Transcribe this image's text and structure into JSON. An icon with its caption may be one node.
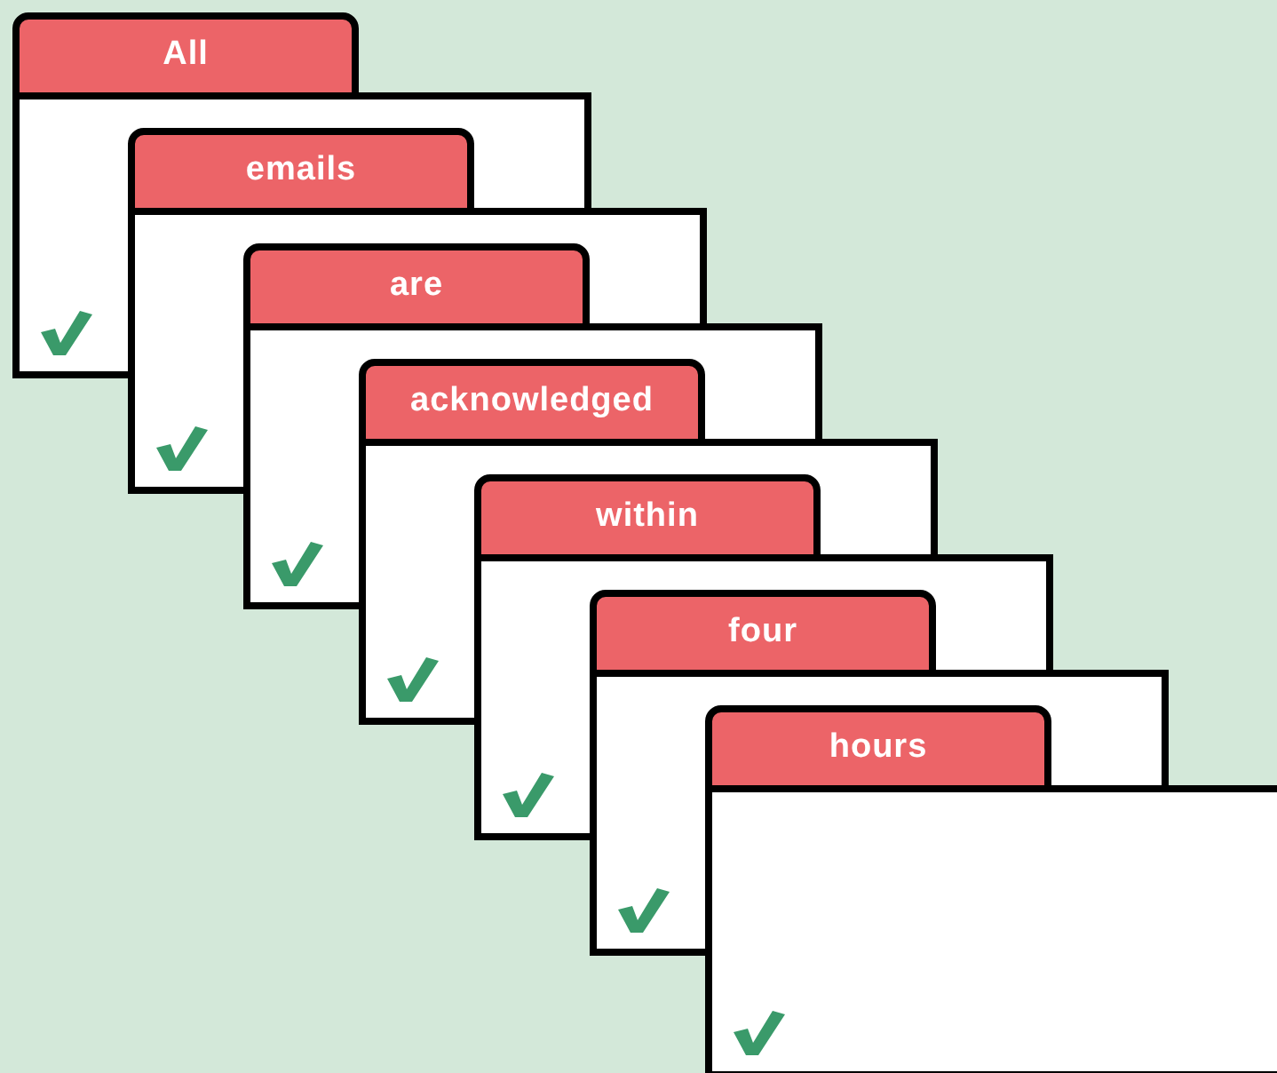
{
  "diagram": {
    "nodes": [
      {
        "text": [
          "All"
        ]
      },
      {
        "text": [
          "emails"
        ]
      },
      {
        "text": [
          "are"
        ]
      },
      {
        "text": [
          "acknowledged"
        ]
      },
      {
        "text": [
          "within"
        ]
      },
      {
        "text": [
          "four"
        ]
      },
      {
        "text": [
          "hours"
        ]
      }
    ]
  }
}
